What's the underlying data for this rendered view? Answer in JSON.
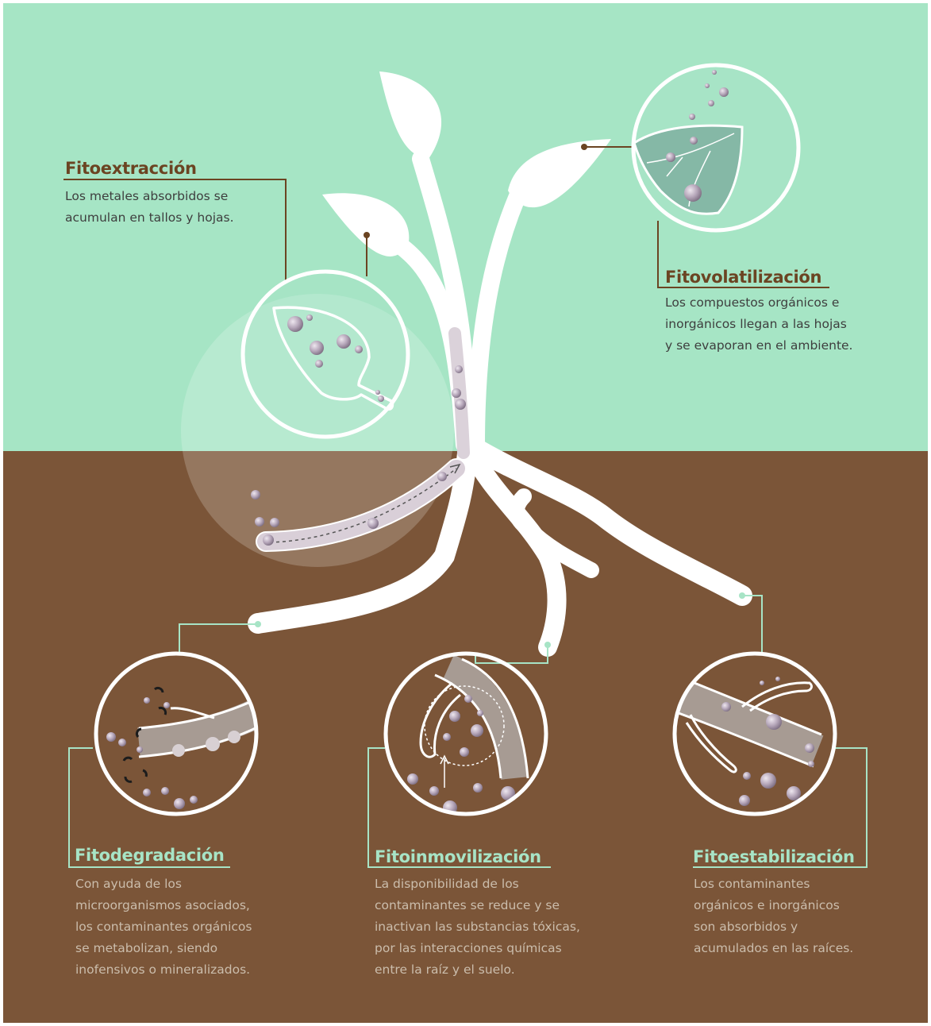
{
  "colors": {
    "sky": "#a6e5c5",
    "soil": "#7b5538",
    "plant": "#ffffff",
    "title_brown": "#6b4422",
    "title_green": "#a7e4c6",
    "particle": "#b9acbd"
  },
  "processes": [
    {
      "id": "fitoextraccion",
      "title": "Fitoextracción",
      "lines": [
        "Los metales absorbidos se",
        "acumulan en tallos y hojas."
      ]
    },
    {
      "id": "fitovolatilizacion",
      "title": "Fitovolatilización",
      "lines": [
        "Los compuestos orgánicos e",
        "inorgánicos llegan a las hojas",
        "y se evaporan en el ambiente."
      ]
    },
    {
      "id": "fitodegradacion",
      "title": "Fitodegradación",
      "lines": [
        "Con ayuda de los",
        "microorganismos asociados,",
        "los contaminantes orgánicos",
        "se metabolizan, siendo",
        "inofensivos o mineralizados."
      ]
    },
    {
      "id": "fitoinmovilizacion",
      "title": "Fitoinmovilización",
      "lines": [
        "La disponibilidad de los",
        "contaminantes se reduce y se",
        "inactivan las substancias tóxicas,",
        "por las interacciones químicas",
        "entre la raíz y el suelo."
      ]
    },
    {
      "id": "fitoestabilizacion",
      "title": "Fitoestabilización",
      "lines": [
        "Los contaminantes",
        "orgánicos e inorgánicos",
        "son absorbidos y",
        "acumulados en las raíces."
      ]
    }
  ]
}
